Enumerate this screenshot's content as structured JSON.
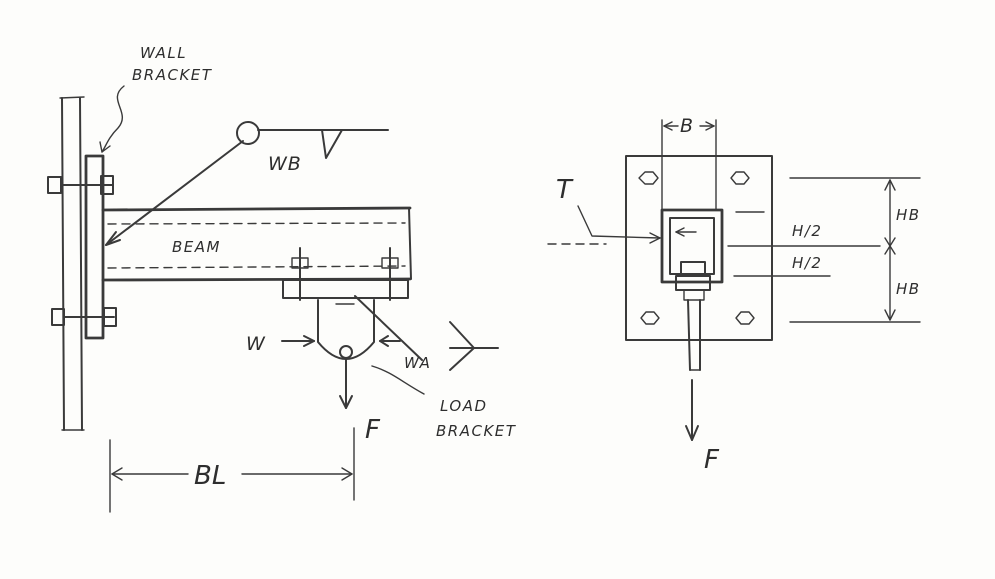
{
  "labels": {
    "wall_bracket_line1": "WALL",
    "wall_bracket_line2": "BRACKET",
    "wb": "WB",
    "beam": "BEAM",
    "w": "W",
    "wa": "WA",
    "load_bracket_line1": "LOAD",
    "load_bracket_line2": "BRACKET",
    "f_side": "F",
    "bl": "BL",
    "b": "B",
    "t": "T",
    "h_half_top": "H/2",
    "h_half_bottom": "H/2",
    "hb_top": "HB",
    "hb_bottom": "HB",
    "f_front": "F"
  }
}
